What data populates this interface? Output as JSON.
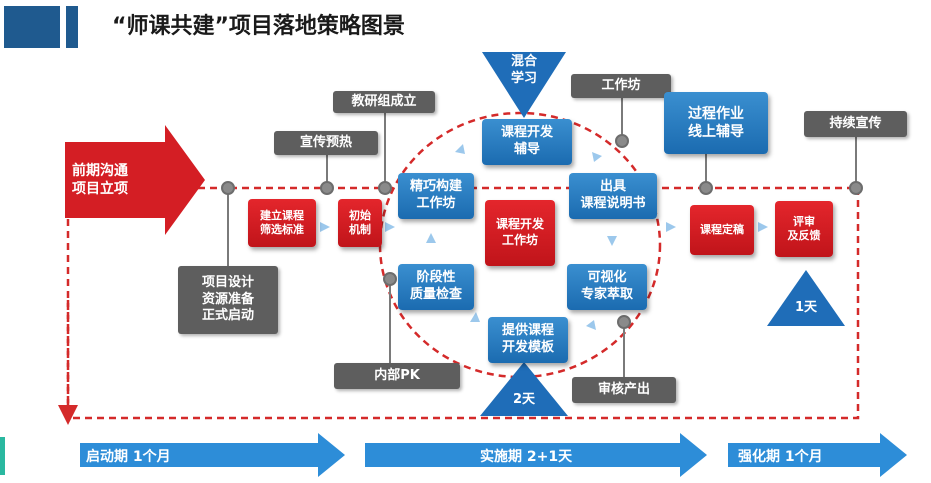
{
  "title": "“师课共建”项目落地策略图景",
  "start": {
    "line1": "前期沟通",
    "line2": "项目立项"
  },
  "top_triangle": {
    "line1": "混合",
    "line2": "学习"
  },
  "callouts": {
    "jiaoyanzu": "教研组成立",
    "xuanchuan": "宣传预热",
    "gongzuofang": "工作坊",
    "chixu": "持续宣传",
    "neibu_pk": "内部PK",
    "shenhe": "审核产出",
    "xiangmu_line1": "项目设计",
    "xiangmu_line2": "资源准备",
    "xiangmu_line3": "正式启动"
  },
  "red_boxes": {
    "jianli_line1": "建立课程",
    "jianli_line2": "筛选标准",
    "chushi_line1": "初始",
    "chushi_line2": "机制",
    "center_line1": "课程开发",
    "center_line2": "工作坊",
    "dinggao": "课程定稿",
    "pingshen_line1": "评审",
    "pingshen_line2": "及反馈"
  },
  "blue_boxes": {
    "fudao_line1": "课程开发",
    "fudao_line2": "辅导",
    "jingqiao_line1": "精巧构建",
    "jingqiao_line2": "工作坊",
    "chuju_line1": "出具",
    "chuju_line2": "课程说明书",
    "jieduan_line1": "阶段性",
    "jieduan_line2": "质量检查",
    "keshi_line1": "可视化",
    "keshi_line2": "专家萃取",
    "tigong_line1": "提供课程",
    "tigong_line2": "开发模板",
    "guocheng_line1": "过程作业",
    "guocheng_line2": "线上辅导"
  },
  "triangles": {
    "day2": "2天",
    "day1": "1天"
  },
  "phases": [
    {
      "label": "启动期  1个月"
    },
    {
      "label": "实施期  2+1天"
    },
    {
      "label": "强化期  1个月"
    }
  ],
  "colors": {
    "blue": "#1b6bb0",
    "red": "#d41e24",
    "gray": "#5e5e5e",
    "arrow": "#2d8dd8",
    "dashed": "#d42a2a"
  }
}
